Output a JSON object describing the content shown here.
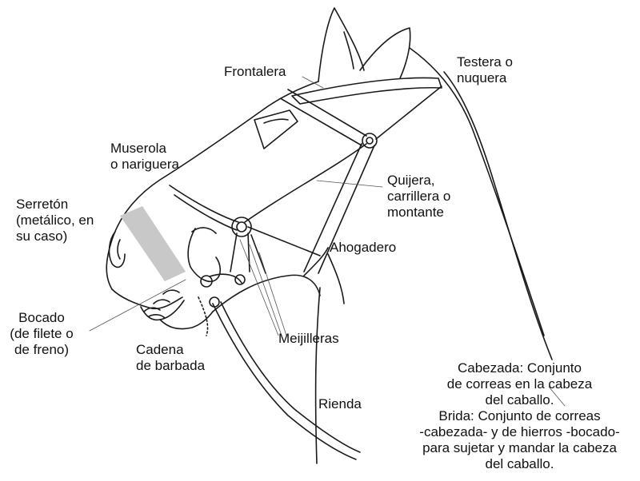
{
  "labels": {
    "frontalera": "Frontalera",
    "testera": [
      "Testera o",
      "nuquera"
    ],
    "muserola": [
      "Muserola",
      "o nariguera"
    ],
    "quijera": [
      "Quijera,",
      "carrillera o",
      "montante"
    ],
    "serreton": [
      "Serretón",
      "(metálico, en",
      "su caso)"
    ],
    "ahogadero": "Ahogadero",
    "bocado": [
      "Bocado",
      "(de filete o",
      "de freno)"
    ],
    "meijilleras": "Meijilleras",
    "cadena": [
      "Cadena",
      "de barbada"
    ],
    "rienda": "Rienda"
  },
  "note": {
    "cabezada": [
      "Cabezada: Conjunto",
      "de correas en la cabeza",
      "del caballo."
    ],
    "brida": [
      "Brida: Conjunto de correas",
      "-cabezada- y de hierros -bocado-",
      "para sujetar y mandar la cabeza",
      "del caballo."
    ]
  },
  "colors": {
    "ink": "#1a1a1a",
    "serreton_fill": "#c8c8c8"
  }
}
